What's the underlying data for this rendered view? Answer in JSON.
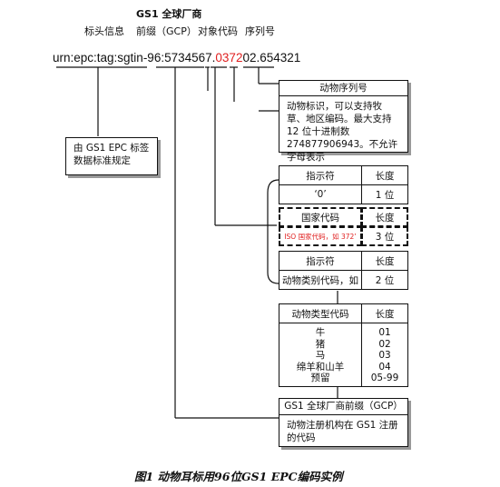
{
  "header": {
    "gs1_label_line1": "GS1 全球厂商",
    "gs1_label_line2": "前缀（GCP）",
    "header_info_label": "标头信息",
    "object_code_label": "对象代码",
    "serial_label": "序列号"
  },
  "urn": {
    "prefix": "urn:epc:tag:sgtin-96:",
    "gcp": "5734567",
    "dot1": ".",
    "indicator": "0",
    "country": "372",
    "species": "02",
    "dot2": ".",
    "serial": "654321"
  },
  "box_serial": {
    "title": "动物序列号",
    "body": "动物标识，可以支持牧草、地区编码。最大支持 12 位十进制数 274877906943。不允许字母表示"
  },
  "box_header": {
    "body": "由 GS1 EPC 标签数据标准规定"
  },
  "table_indicator": {
    "col1": "指示符",
    "col2": "长度",
    "val1": "‘0’",
    "val2": "1 位"
  },
  "table_country": {
    "col1": "国家代码",
    "col2": "长度",
    "val1": "ISO 国家代码，如 372’",
    "val2": "3 位"
  },
  "table_species": {
    "col1": "指示符",
    "col2": "长度",
    "val1": "动物类别代码，如",
    "val2": "2 位"
  },
  "table_animal": {
    "col1": "动物类型代码",
    "col2": "长度",
    "animals": [
      "牛",
      "猪",
      "马",
      "绵羊和山羊",
      "预留"
    ],
    "codes": [
      "01",
      "02",
      "03",
      "04",
      "05-99"
    ]
  },
  "box_gcp": {
    "title": "GS1 全球厂商前缀（GCP）",
    "body": "动物注册机构在 GS1 注册的代码"
  },
  "caption": "图1 动物耳标用96位GS1 EPC编码实例",
  "colors": {
    "accent": "#e02020",
    "line": "#111111"
  }
}
